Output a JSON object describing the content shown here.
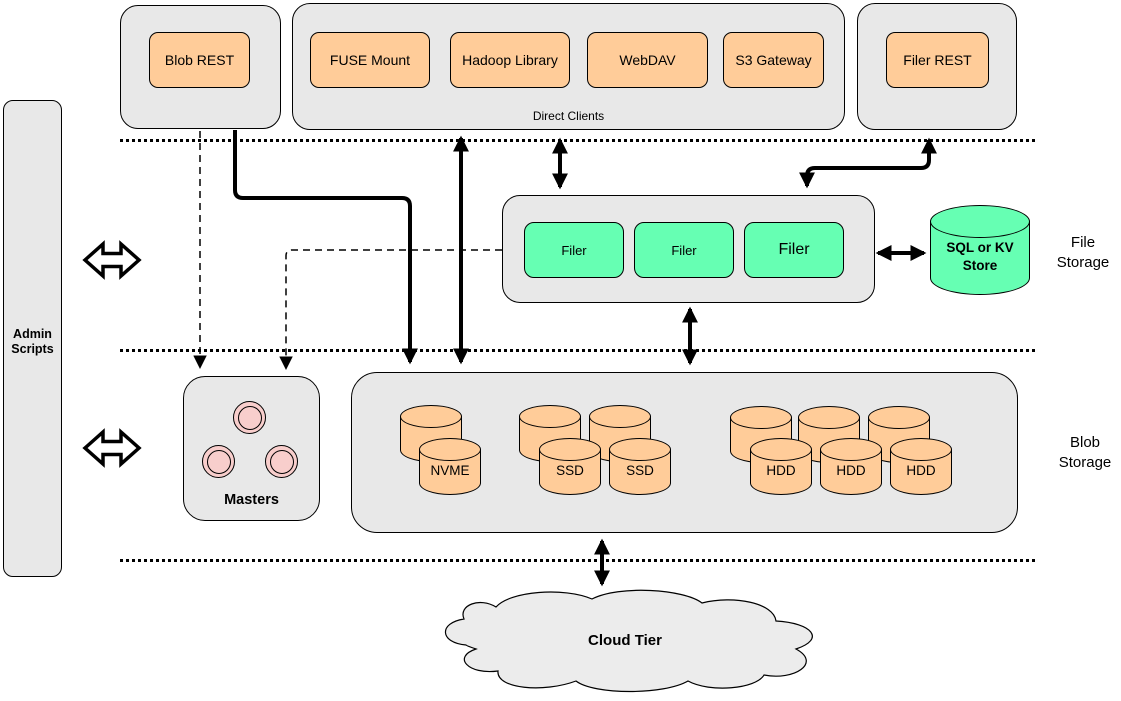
{
  "colors": {
    "gray": "#e8e8e8",
    "cloud-gray": "#ececec",
    "orange": "#ffcc99",
    "green": "#66ffb3",
    "pink": "#f8cecc"
  },
  "admin_panel": {
    "label": "Admin Scripts",
    "sync_icon": "bidirectional-arrow"
  },
  "top_row": {
    "blob_rest": "Blob REST",
    "direct_clients_label": "Direct Clients",
    "direct_clients": [
      "FUSE Mount",
      "Hadoop Library",
      "WebDAV",
      "S3 Gateway"
    ],
    "filer_rest": "Filer REST"
  },
  "file_storage": {
    "section_label": "File Storage",
    "filers": [
      "Filer",
      "Filer",
      "Filer"
    ],
    "store_label": "SQL or KV Store"
  },
  "blob_storage": {
    "section_label": "Blob Storage",
    "masters_label": "Masters",
    "nvme_label": "NVME",
    "ssd_labels": [
      "SSD",
      "SSD"
    ],
    "hdd_labels": [
      "HDD",
      "HDD",
      "HDD"
    ]
  },
  "cloud_label": "Cloud Tier"
}
